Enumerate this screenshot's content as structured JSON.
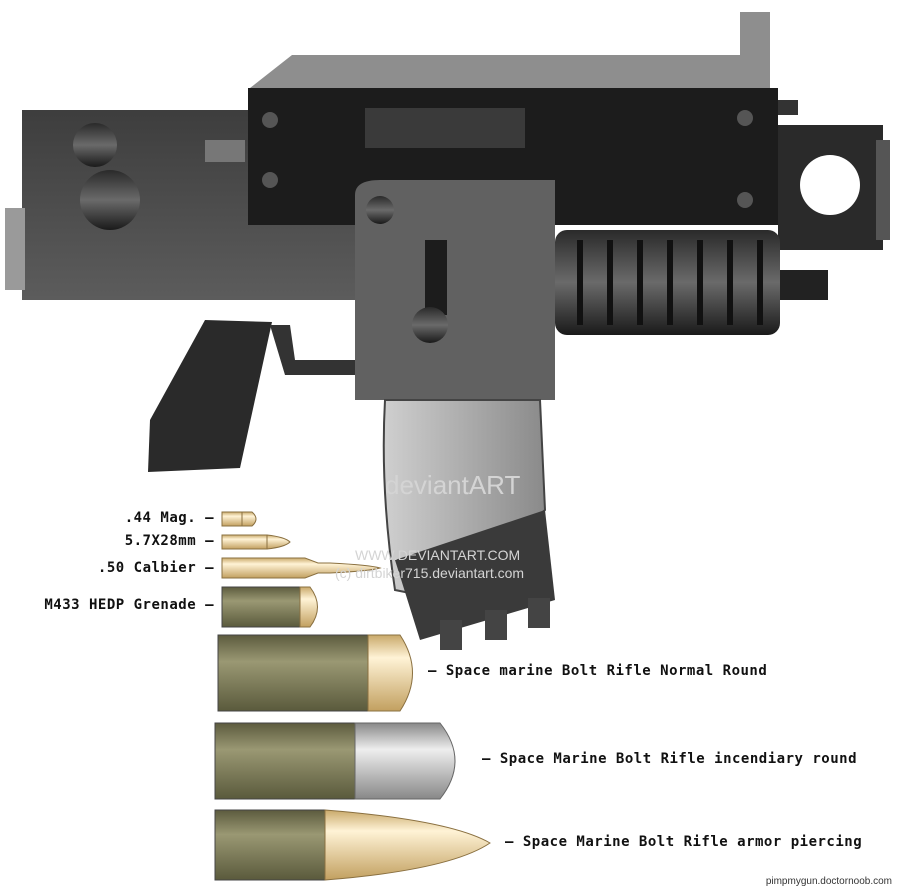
{
  "ammo_labels": {
    "mag44": ".44 Mag.",
    "fn57": "5.7X28mm",
    "cal50": ".50 Calbier",
    "m433": "M433 HEDP Grenade",
    "bolt_normal": "Space marine Bolt Rifle Normal Round",
    "bolt_incendiary": "Space Marine Bolt Rifle incendiary round",
    "bolt_ap": "Space Marine Bolt Rifle armor piercing"
  },
  "watermark": {
    "logo": "deviantART",
    "site": "WWW.DEVIANTART.COM",
    "author": "(c) dirtbiker715.deviantart.com"
  },
  "credit": "pimpmygun.doctornoob.com",
  "colors": {
    "brass": "#e8d3a0",
    "case": "#7b7a58",
    "steel": "#b8b8b8",
    "gun_dark": "#1c1c1c",
    "gun_mid": "#555555"
  }
}
